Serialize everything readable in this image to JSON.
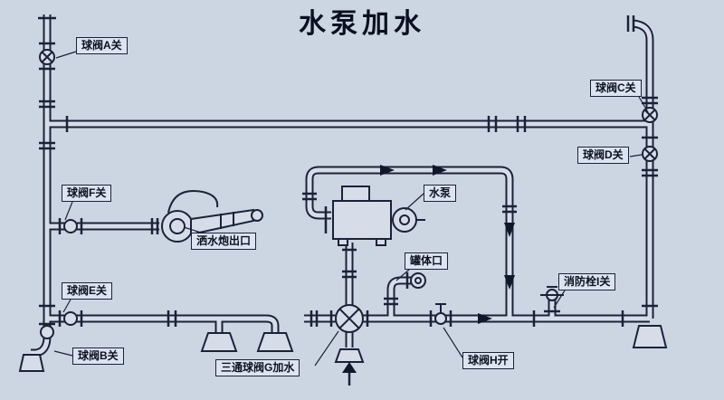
{
  "title": "水泵加水",
  "colors": {
    "background": "#ccd6e3",
    "line": "#1b2238",
    "label_background": "#dde4f1"
  },
  "labels": {
    "valve_a": "球阀A关",
    "valve_b": "球阀B关",
    "valve_c": "球阀C关",
    "valve_d": "球阀D关",
    "valve_e": "球阀E关",
    "valve_f": "球阀F关",
    "valve_g": "三通球阀G加水",
    "valve_h": "球阀H开",
    "hydrant_i": "消防栓I关",
    "pump": "水泵",
    "tank_port": "罐体口",
    "cannon_outlet": "洒水炮出口"
  }
}
